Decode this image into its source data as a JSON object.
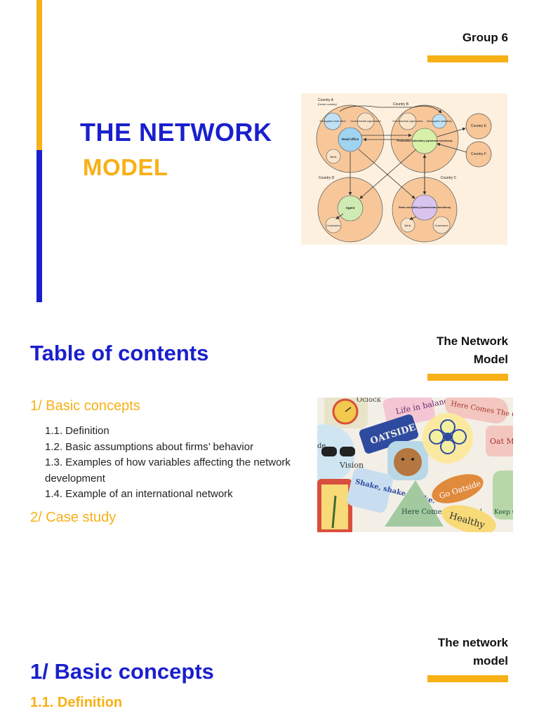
{
  "cover": {
    "group": "Group 6",
    "title_line1": "THE NETWORK",
    "title_line2": "MODEL",
    "diagram": {
      "country_a": "Country A",
      "country_a_sub": "(home country)",
      "country_b": "Country B",
      "country_c": "Country C",
      "country_d": "Country D",
      "country_e": "Country E",
      "country_f": "Country F",
      "subsupplier_head": "Subsupplier head office",
      "gov_org_a": "Governmental organization",
      "gov_org_b": "Governmental organization",
      "subsupplier_sub": "Subsupplier subsidiary",
      "head_office": "Head office",
      "bank_a": "Bank",
      "production_sub": "Production subsidiary (upstream functions)",
      "agent": "Agent",
      "customers_d": "Customers",
      "sales_sub": "Sales subsidiary (downstream functions)",
      "bank_c": "Bank",
      "customers_c": "Customers"
    }
  },
  "toc": {
    "title": "Table of contents",
    "side_title_line1": "The Network",
    "side_title_line2": "Model",
    "section1": "1/ Basic concepts",
    "items": [
      "1.1. Definition",
      "1.2. Basic assumptions about firms’ behavior",
      "1.3. Examples of how variables affecting the network development",
      "1.4. Example of an international network"
    ],
    "section2": "2/ Case study",
    "stickers": {
      "oatside": "OATSIDE",
      "go_oatside": "Go Oatside",
      "healthy": "Healthy",
      "here_comes": "Here Comes The Oats!",
      "shake": "Shake, shake, shake.",
      "vision": "Vision",
      "oat_jp": "Oat M オーツミ",
      "keep": "Keep C Wei",
      "top_right": "Here Comes The Oats!",
      "top_mid": "Life in balance.",
      "top_left": "Oclock",
      "de": "de"
    }
  },
  "basic": {
    "side_title_line1": "The network",
    "side_title_line2": "model",
    "title": "1/ Basic concepts",
    "subtitle": "1.1. Definition"
  },
  "colors": {
    "blue": "#1A1FCC",
    "yellow": "#F7B016"
  }
}
